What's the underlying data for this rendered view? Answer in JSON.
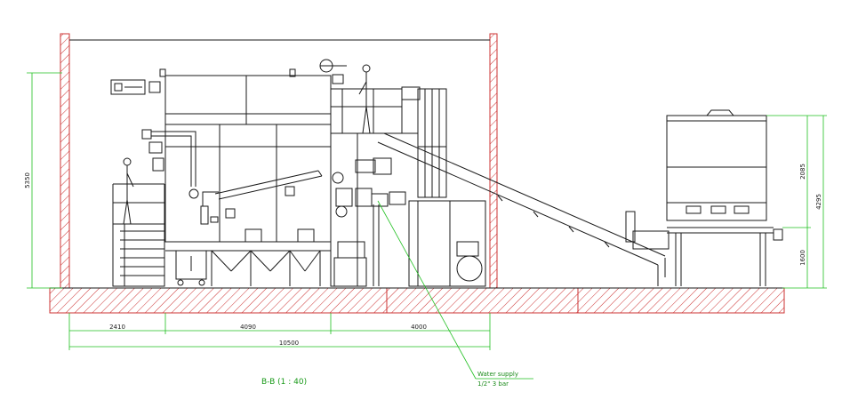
{
  "dimensions": {
    "total_height": "5350",
    "section_2410": "2410",
    "section_4090": "4090",
    "section_4000": "4000",
    "total_length": "10500",
    "hopper_2085": "2085",
    "hopper_4295": "4295",
    "hopper_1600": "1600"
  },
  "annotations": {
    "water_supply_line1": "Water supply",
    "water_supply_line2": "1/2\" 3 bar"
  },
  "caption": "B-B (1 : 40)",
  "colors": {
    "dimension": "#1fbf1f",
    "hatch": "#cc3333",
    "linework": "#1a1a1a"
  }
}
